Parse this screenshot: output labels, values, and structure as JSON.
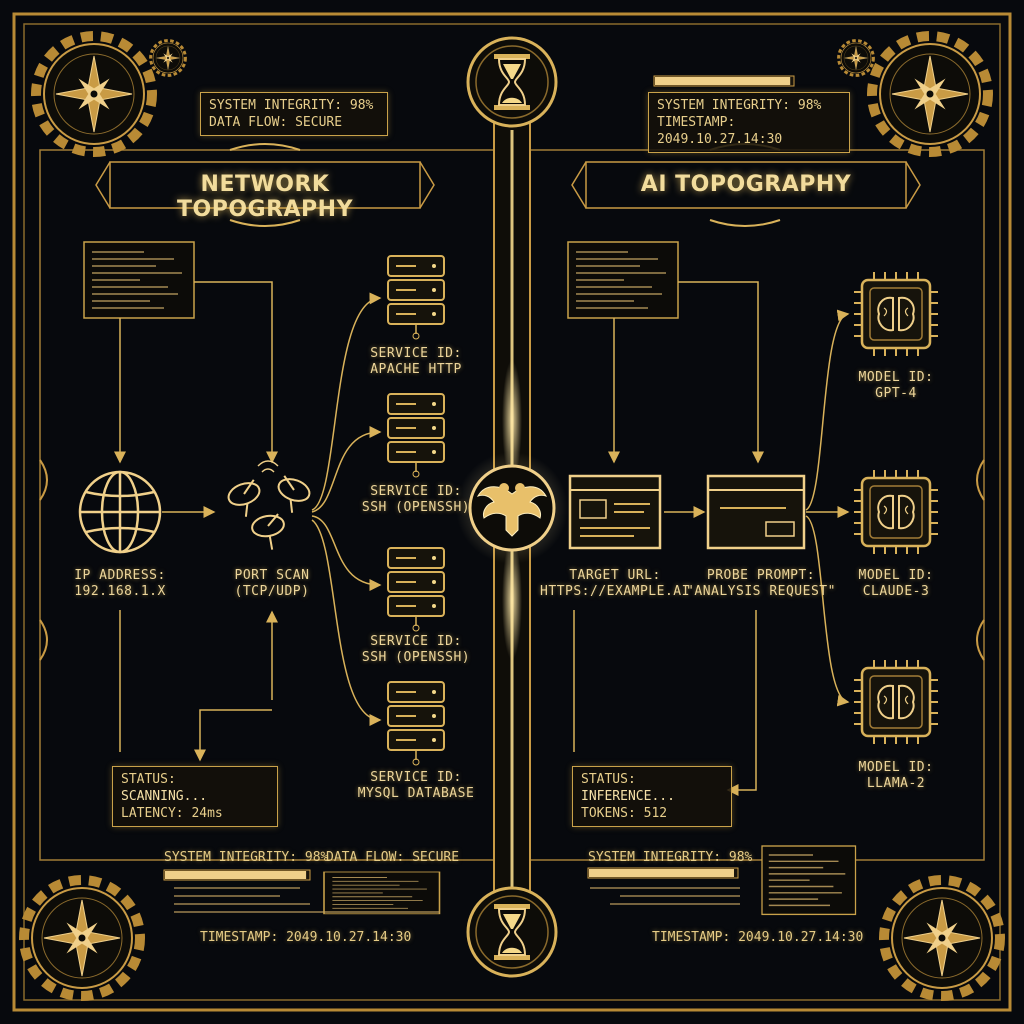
{
  "colors": {
    "gold": "#d4a94a",
    "bright_gold": "#f5d98a",
    "background": "#07090d"
  },
  "left": {
    "title": "NETWORK TOPOGRAPHY",
    "header_panel": {
      "line1": "SYSTEM INTEGRITY: 98%",
      "line2": "DATA FLOW: SECURE"
    },
    "ip": {
      "label": "IP ADDRESS:",
      "value": "192.168.1.X",
      "icon": "globe-icon"
    },
    "scan": {
      "label": "PORT SCAN",
      "value": "(TCP/UDP)",
      "icon": "satellite-dish-icon"
    },
    "services": [
      {
        "label": "SERVICE ID:",
        "value": "APACHE HTTP"
      },
      {
        "label": "SERVICE ID:",
        "value": "SSH (OPENSSH)"
      },
      {
        "label": "SERVICE ID:",
        "value": "SSH (OPENSSH)"
      },
      {
        "label": "SERVICE ID:",
        "value": "MYSQL DATABASE"
      }
    ],
    "status_panel": {
      "line1_key": "STATUS:",
      "line1_val": "SCANNING...",
      "line2": "LATENCY: 24ms"
    },
    "footer": {
      "integrity": "SYSTEM INTEGRITY: 98%",
      "flow_key": "DATA FLOW:",
      "flow_val": "SECURE",
      "timestamp": "TIMESTAMP: 2049.10.27.14:30",
      "integrity_fill": 0.98
    }
  },
  "right": {
    "title": "AI TOPOGRAPHY",
    "header_panel": {
      "line1": "SYSTEM INTEGRITY: 98%",
      "line2": "TIMESTAMP: 2049.10.27.14:30"
    },
    "target": {
      "label": "TARGET URL:",
      "value": "HTTPS://EXAMPLE.AI",
      "icon": "browser-window-icon"
    },
    "probe": {
      "label": "PROBE PROMPT:",
      "value": "\"ANALYSIS REQUEST\"",
      "icon": "prompt-window-icon"
    },
    "models": [
      {
        "label": "MODEL ID:",
        "value": "GPT-4"
      },
      {
        "label": "MODEL ID:",
        "value": "CLAUDE-3"
      },
      {
        "label": "MODEL ID:",
        "value": "LLAMA-2"
      }
    ],
    "status_panel": {
      "line1_key": "STATUS:",
      "line1_val": "INFERENCE...",
      "line2": "TOKENS: 512"
    },
    "footer": {
      "integrity": "SYSTEM INTEGRITY: 98%",
      "timestamp": "TIMESTAMP: 2049.10.27.14:30",
      "integrity_fill": 0.98
    }
  },
  "center": {
    "emblem": "double-headed-eagle-icon",
    "top_icon": "hourglass-icon",
    "bottom_icon": "hourglass-icon"
  }
}
